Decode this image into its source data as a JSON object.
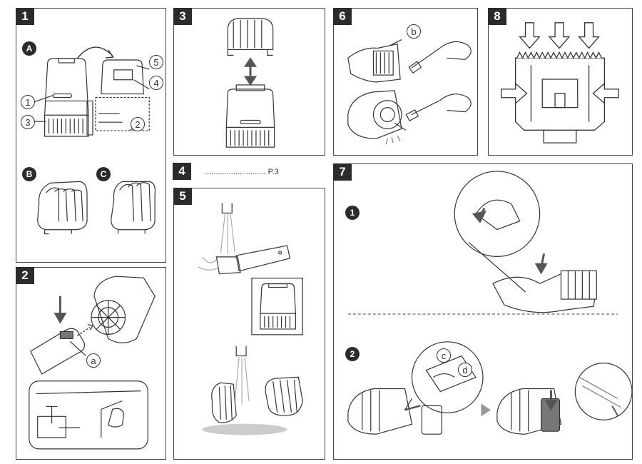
{
  "steps": {
    "s1": "1",
    "s2": "2",
    "s3": "3",
    "s4": "4",
    "s5": "5",
    "s6": "6",
    "s7": "7",
    "s8": "8"
  },
  "panel1": {
    "badge_a": "A",
    "badge_b": "B",
    "badge_c": "C",
    "c1": "1",
    "c2": "2",
    "c3": "3",
    "c4": "4",
    "c5": "5"
  },
  "panel2": {
    "callout_a": "a"
  },
  "panel4": {
    "reference": "............................ P.3"
  },
  "panel6": {
    "callout_b": "b"
  },
  "panel7": {
    "sub1": "1",
    "sub2": "2",
    "callout_c": "c",
    "callout_d": "d"
  },
  "colors": {
    "ink": "#333333",
    "number_bg": "#2b2b2b",
    "water": "#bfbfbf",
    "arrow": "#555555"
  }
}
